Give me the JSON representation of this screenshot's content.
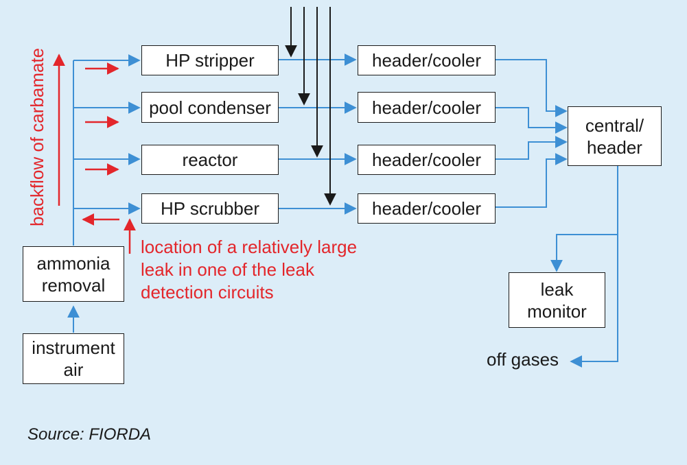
{
  "diagram": {
    "process_units": {
      "hp_stripper": "HP stripper",
      "pool_condenser": "pool condenser",
      "reactor": "reactor",
      "hp_scrubber": "HP scrubber"
    },
    "coolers": [
      "header/cooler",
      "header/cooler",
      "header/cooler",
      "header/cooler"
    ],
    "central_header": "central/\nheader",
    "leak_monitor": "leak\nmonitor",
    "ammonia_removal": "ammonia\nremoval",
    "instrument_air": "instrument\nair",
    "off_gases": "off gases",
    "backflow_label": "backflow of carbamate",
    "leak_note": [
      "location of a relatively large",
      "leak in one of the leak",
      "detection circuits"
    ],
    "source": "Source: FIORDA",
    "colors": {
      "flow": "#3d8fd4",
      "backflow": "#e3262b",
      "outline": "#1a1a1a",
      "background": "#dcedf8"
    }
  }
}
